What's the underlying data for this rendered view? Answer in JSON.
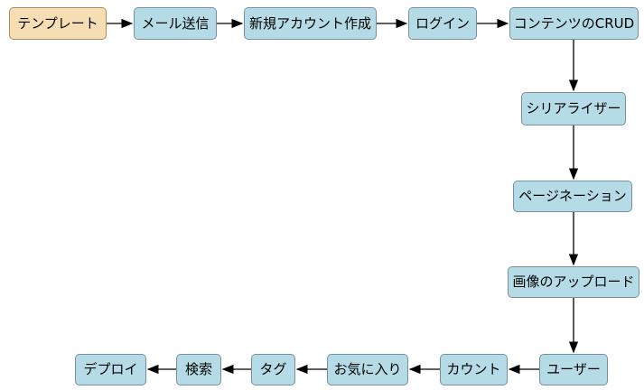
{
  "diagram": {
    "type": "flowchart",
    "nodes": {
      "template": {
        "label": "テンプレート",
        "style": "start"
      },
      "mail": {
        "label": "メール送信",
        "style": "default"
      },
      "account": {
        "label": "新規アカウント作成",
        "style": "default"
      },
      "login": {
        "label": "ログイン",
        "style": "default"
      },
      "crud": {
        "label": "コンテンツのCRUD",
        "style": "default"
      },
      "serializer": {
        "label": "シリアライザー",
        "style": "default"
      },
      "pagination": {
        "label": "ページネーション",
        "style": "default"
      },
      "upload": {
        "label": "画像のアップロード",
        "style": "default"
      },
      "user": {
        "label": "ユーザー",
        "style": "default"
      },
      "count": {
        "label": "カウント",
        "style": "default"
      },
      "favorite": {
        "label": "お気に入り",
        "style": "default"
      },
      "tag": {
        "label": "タグ",
        "style": "default"
      },
      "search": {
        "label": "検索",
        "style": "default"
      },
      "deploy": {
        "label": "デプロイ",
        "style": "default"
      }
    },
    "edges": [
      {
        "from": "template",
        "to": "mail"
      },
      {
        "from": "mail",
        "to": "account"
      },
      {
        "from": "account",
        "to": "login"
      },
      {
        "from": "login",
        "to": "crud"
      },
      {
        "from": "crud",
        "to": "serializer"
      },
      {
        "from": "serializer",
        "to": "pagination"
      },
      {
        "from": "pagination",
        "to": "upload"
      },
      {
        "from": "upload",
        "to": "user"
      },
      {
        "from": "user",
        "to": "count"
      },
      {
        "from": "count",
        "to": "favorite"
      },
      {
        "from": "favorite",
        "to": "tag"
      },
      {
        "from": "tag",
        "to": "search"
      },
      {
        "from": "search",
        "to": "deploy"
      }
    ],
    "colors": {
      "node_fill": "#b5dbe6",
      "node_border": "#78909c",
      "start_fill": "#f5deb3",
      "start_border": "#aa8d55",
      "edge": "#000000",
      "background": "#ffffff"
    }
  }
}
